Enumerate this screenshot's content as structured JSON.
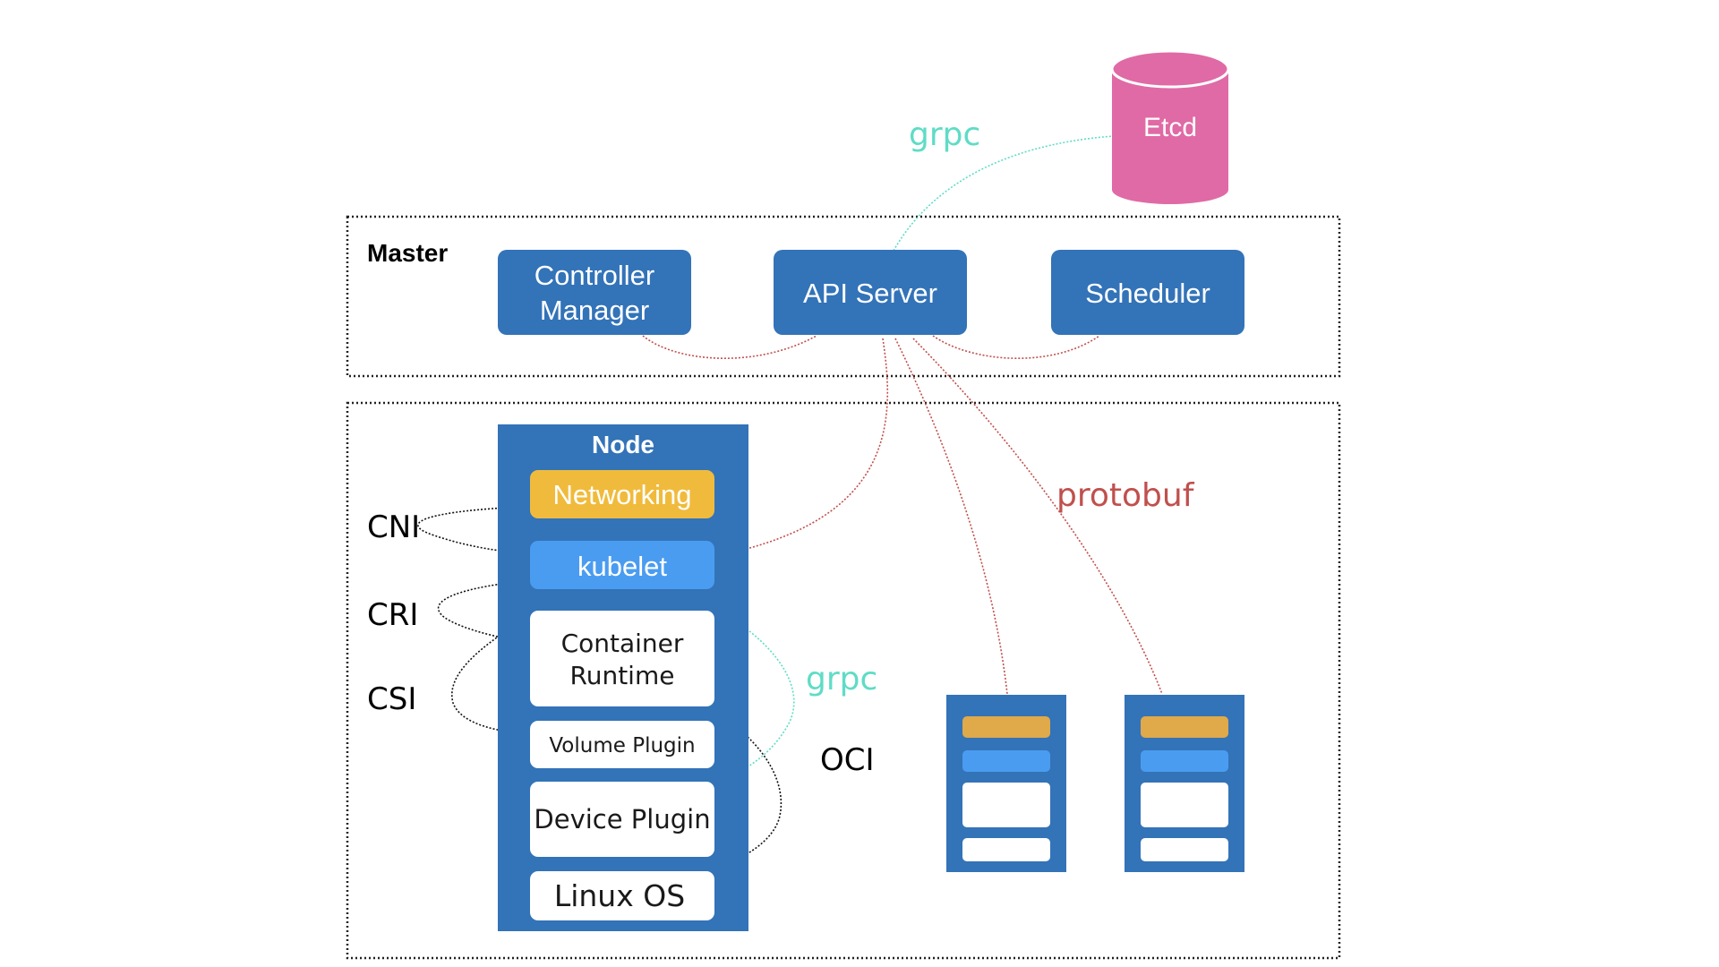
{
  "colors": {
    "component_blue": "#3373b8",
    "kubelet_blue": "#4a9cf0",
    "networking_gold": "#f0bb3c",
    "worker_gold": "#e0a94a",
    "etcd_pink": "#e06aa6",
    "grpc_teal": "#5fdcc6",
    "protobuf_red": "#c0504d"
  },
  "etcd": {
    "label": "Etcd"
  },
  "master": {
    "title": "Master",
    "components": {
      "controller_manager": {
        "line1": "Controller",
        "line2": "Manager"
      },
      "api_server": {
        "label": "API Server"
      },
      "scheduler": {
        "label": "Scheduler"
      }
    }
  },
  "node": {
    "title": "Node",
    "stack": {
      "networking": "Networking",
      "kubelet": "kubelet",
      "container_runtime": {
        "line1": "Container",
        "line2": "Runtime"
      },
      "volume_plugin": "Volume Plugin",
      "device_plugin": "Device Plugin",
      "linux_os": "Linux OS"
    }
  },
  "interfaces": {
    "cni": "CNI",
    "cri": "CRI",
    "csi": "CSI",
    "oci": "OCI"
  },
  "protocols": {
    "grpc_top": "grpc",
    "grpc_node": "grpc",
    "protobuf": "protobuf"
  },
  "worker_nodes": [
    {
      "id": "worker-1"
    },
    {
      "id": "worker-2"
    }
  ]
}
